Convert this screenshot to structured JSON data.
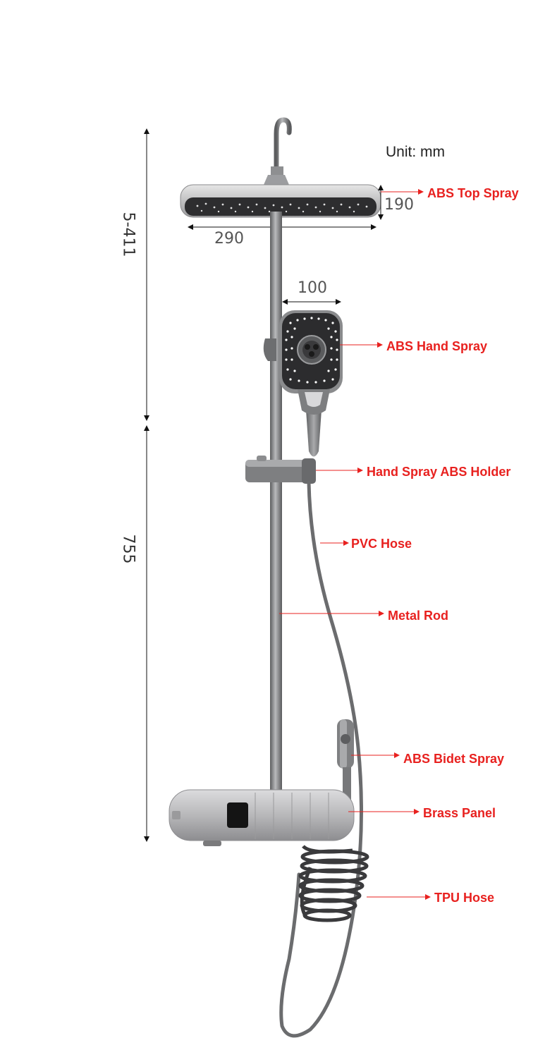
{
  "unit_label": "Unit: mm",
  "dimensions": {
    "upper_height": "5-411",
    "lower_height": "755",
    "top_spray_width": "290",
    "top_spray_height": "190",
    "hand_spray_width": "100"
  },
  "callouts": {
    "abs_top_spray": "ABS Top Spray",
    "abs_hand_spray": "ABS Hand Spray",
    "hand_spray_holder": "Hand Spray ABS Holder",
    "pvc_hose": "PVC Hose",
    "metal_rod": "Metal Rod",
    "abs_bidet_spray": "ABS Bidet Spray",
    "brass_panel": "Brass Panel",
    "tpu_hose": "TPU Hose"
  },
  "colors": {
    "callout_red": "#e8211f",
    "metal_gunmetal": "#7c7d7f",
    "spray_face_dark": "#2c2c2e",
    "panel_silver": "#bdbdbf"
  }
}
